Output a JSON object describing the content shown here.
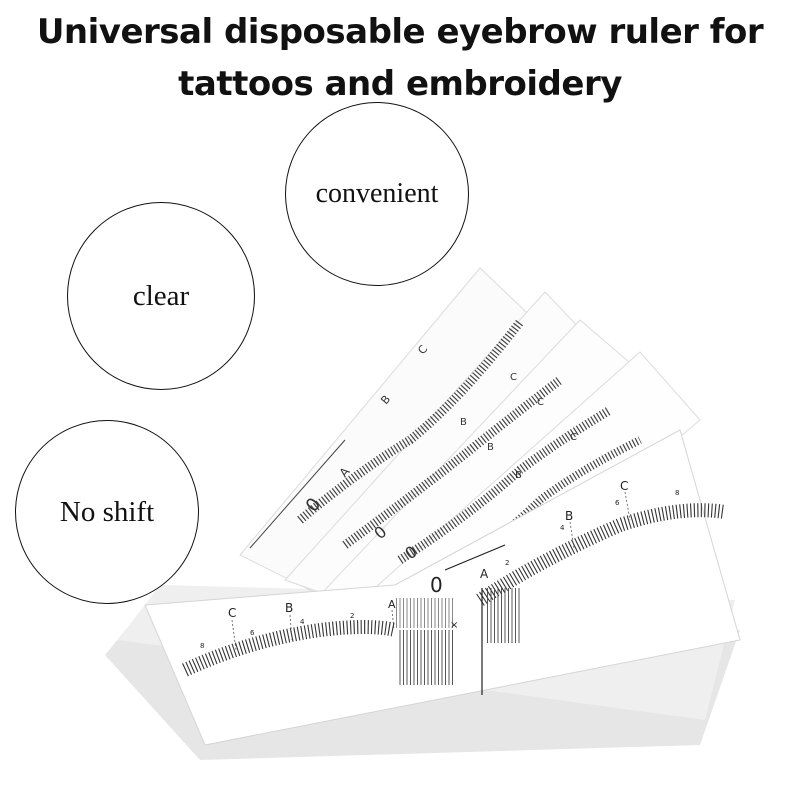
{
  "header": {
    "title_line1": "Universal disposable eyebrow ruler for",
    "title_line2": "tattoos and embroidery"
  },
  "features": [
    {
      "label": "convenient"
    },
    {
      "label": "clear"
    },
    {
      "label": "No shift"
    }
  ],
  "product": {
    "icon": "eyebrow-ruler-stickers",
    "ruler_markings": {
      "center_zero": "0",
      "points": [
        "A",
        "B",
        "C"
      ],
      "cross_mark": "×"
    }
  }
}
